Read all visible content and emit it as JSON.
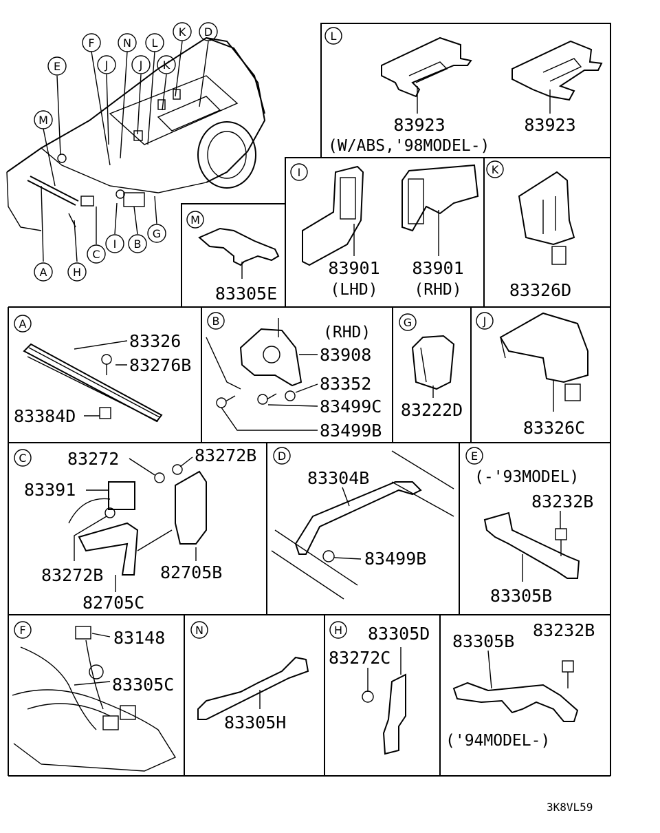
{
  "overview": {
    "callouts": [
      "M",
      "E",
      "F",
      "J",
      "N",
      "J",
      "L",
      "K",
      "K",
      "D",
      "A",
      "H",
      "C",
      "I",
      "B",
      "G"
    ]
  },
  "panels": {
    "L": {
      "letter": "L",
      "parts": [
        "83923",
        "83923"
      ],
      "note": "(W/ABS,'98MODEL-)"
    },
    "M": {
      "letter": "M",
      "parts": [
        "83305E"
      ]
    },
    "I": {
      "letter": "I",
      "parts": [
        "83901",
        "83901"
      ],
      "notes": [
        "(LHD)",
        "(RHD)"
      ]
    },
    "K": {
      "letter": "K",
      "parts": [
        "83326D"
      ]
    },
    "A": {
      "letter": "A",
      "parts": [
        "83326",
        "83276B",
        "83384D"
      ]
    },
    "B": {
      "letter": "B",
      "note": "(RHD)",
      "parts": [
        "83908",
        "83352",
        "83499C",
        "83499B"
      ]
    },
    "G": {
      "letter": "G",
      "parts": [
        "83222D"
      ]
    },
    "J": {
      "letter": "J",
      "parts": [
        "83326C"
      ]
    },
    "C": {
      "letter": "C",
      "parts": [
        "83272",
        "83272B",
        "83391",
        "83272B",
        "82705B",
        "82705C"
      ]
    },
    "D": {
      "letter": "D",
      "parts": [
        "83304B",
        "83499B"
      ]
    },
    "E": {
      "letter": "E",
      "note": "(-'93MODEL)",
      "parts": [
        "83232B",
        "83305B"
      ]
    },
    "F": {
      "letter": "F",
      "parts": [
        "83148",
        "83305C"
      ]
    },
    "N": {
      "letter": "N",
      "parts": [
        "83305H"
      ]
    },
    "H": {
      "letter": "H",
      "parts": [
        "83305D",
        "83272C"
      ]
    },
    "P": {
      "parts": [
        "83305B",
        "83232B"
      ],
      "note": "('94MODEL-)"
    }
  },
  "footer": {
    "code": "3K8VL59"
  }
}
